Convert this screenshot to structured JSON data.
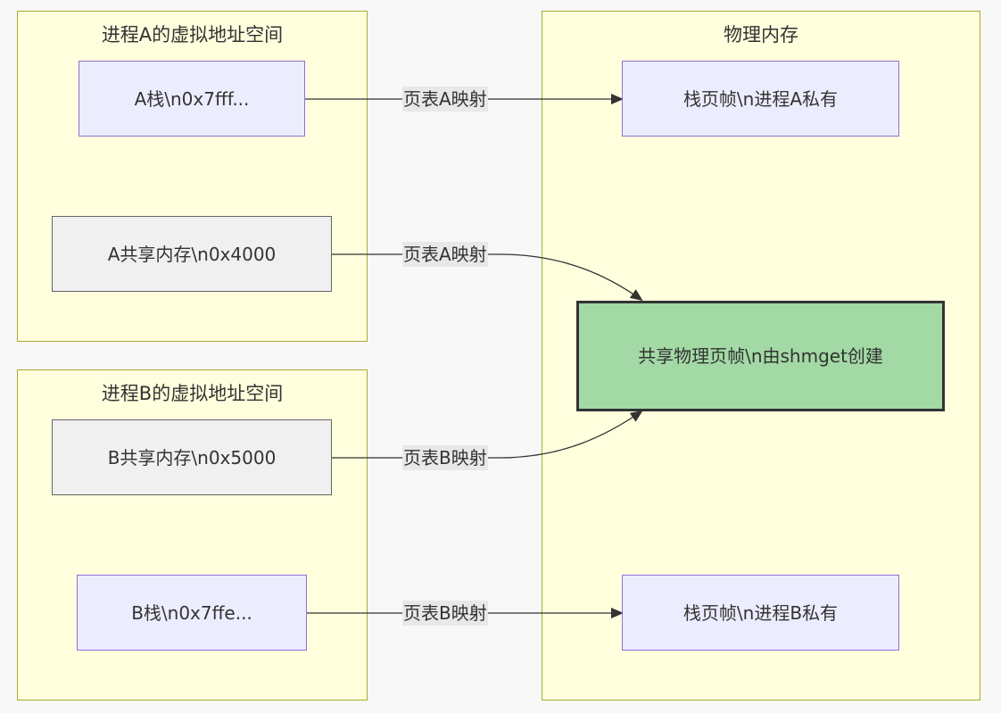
{
  "clusters": {
    "proc_a": {
      "title": "进程A的虚拟地址空间"
    },
    "proc_b": {
      "title": "进程B的虚拟地址空间"
    },
    "physical": {
      "title": "物理内存"
    }
  },
  "nodes": {
    "a_stack": {
      "label": "A栈\\n0x7fff..."
    },
    "a_shm": {
      "label": "A共享内存\\n0x4000"
    },
    "b_shm": {
      "label": "B共享内存\\n0x5000"
    },
    "b_stack": {
      "label": "B栈\\n0x7ffe..."
    },
    "stack_frame_a": {
      "label": "栈页帧\\n进程A私有"
    },
    "shared_frame": {
      "label": "共享物理页帧\\n由shmget创建"
    },
    "stack_frame_b": {
      "label": "栈页帧\\n进程B私有"
    }
  },
  "edges": [
    {
      "id": "a-stack-map",
      "label": "页表A映射"
    },
    {
      "id": "a-shm-map",
      "label": "页表A映射"
    },
    {
      "id": "b-shm-map",
      "label": "页表B映射"
    },
    {
      "id": "b-stack-map",
      "label": "页表B映射"
    }
  ],
  "colors": {
    "cluster_fill": "#ffffde",
    "cluster_border": "#aaaa33",
    "node_fill": "#ececff",
    "node_border": "#9370db",
    "shared_fill": "#a3d9a5",
    "edge": "#333333"
  }
}
